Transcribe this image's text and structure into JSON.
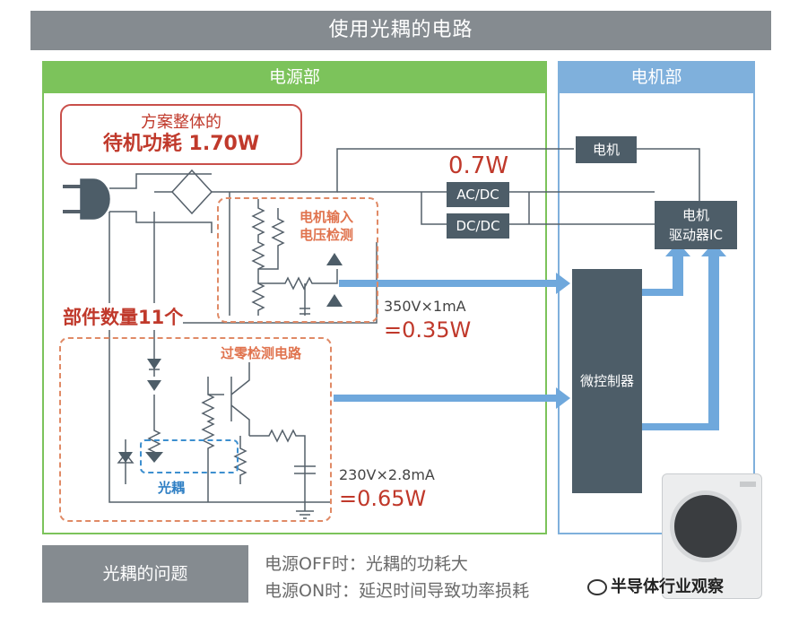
{
  "title": "使用光耦的电路",
  "psu": {
    "header": "电源部",
    "standby_line1": "方案整体的",
    "standby_line2": "待机功耗 1.70W",
    "parts_count": "部件数量11个",
    "motor_detect_line1": "电机输入",
    "motor_detect_line2": "电压检测",
    "zero_cross": "过零检测电路",
    "optocoupler": "光耦",
    "acdc": "AC/DC",
    "dcdc": "DC/DC",
    "acdc_power": "0.7W",
    "calc1_line1": "350V×1mA",
    "calc1_line2": "=0.35W",
    "calc2_line1": "230V×2.8mA",
    "calc2_line2": "=0.65W"
  },
  "motor_section": {
    "header": "电机部",
    "motor": "电机",
    "driver_line1": "电机",
    "driver_line2": "驱动器IC",
    "mcu": "微控制器"
  },
  "footer": {
    "problem_label": "光耦的问题",
    "line1": "电源OFF时：光耦的功耗大",
    "line2": "电源ON时：延迟时间导致功率损耗"
  },
  "watermark": "半导体行业观察",
  "colors": {
    "psu_green": "#7cc35b",
    "motor_blue": "#7fb0dc",
    "accent_red": "#c0392b",
    "arrow_blue": "#6fa8dc",
    "block_dark": "#4d5d68"
  }
}
